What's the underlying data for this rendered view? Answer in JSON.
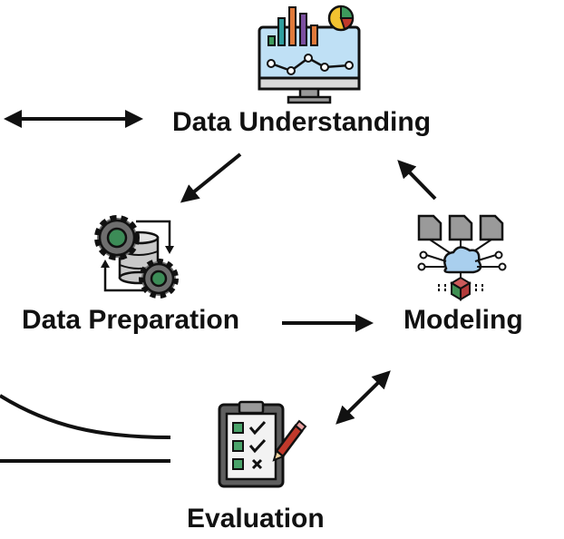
{
  "stages": {
    "understanding": "Data Understanding",
    "preparation": "Data Preparation",
    "modeling": "Modeling",
    "evaluation": "Evaluation"
  },
  "colors": {
    "stroke": "#111111",
    "screen": "#bfe0f5",
    "bar_orange": "#e07a3a",
    "bar_teal": "#2f9e9e",
    "bar_purple": "#7b4fa0",
    "pie_yellow": "#f2c230",
    "pie_green": "#3d9a5c",
    "pie_red": "#c0392b",
    "gear_gray": "#6e6e6e",
    "gear_green": "#3c8c57",
    "db_gray": "#c9c9c9",
    "doc_gray": "#9a9a9a",
    "cloud_blue": "#a9cfee",
    "cube_red": "#b33a3a",
    "cube_green": "#3f8f52",
    "board_gray": "#5f5f5f",
    "paper": "#f2f2f2",
    "box_green": "#4aa36a",
    "pencil_red": "#c0392b"
  },
  "icons": {
    "understanding": "monitor-chart-icon",
    "preparation": "gears-database-icon",
    "modeling": "network-model-icon",
    "evaluation": "clipboard-checklist-icon"
  }
}
